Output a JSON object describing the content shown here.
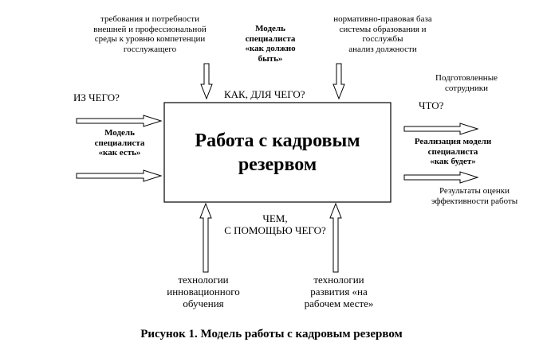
{
  "diagram": {
    "title": "Работа с кадровым резервом",
    "caption": "Рисунок 1. Модель работы с кадровым резервом",
    "top": {
      "left_text": [
        "требования и потребности",
        "внешней и профессиональной",
        "среды к уровню компетенции",
        "госслужащего"
      ],
      "center_text": [
        "Модель",
        "специалиста",
        "«как должно",
        "быть»"
      ],
      "right_text": [
        "нормативно-правовая база",
        "системы образования и",
        "госслужбы",
        "анализ должности"
      ],
      "question": "КАК, ДЛЯ ЧЕГО?"
    },
    "left": {
      "question": "ИЗ ЧЕГО?",
      "text": [
        "Модель",
        "специалиста",
        "«как есть»"
      ]
    },
    "right": {
      "top_text": [
        "Подготовленные",
        "сотрудники"
      ],
      "question": "ЧТО?",
      "middle_text": [
        "Реализация модели",
        "специалиста",
        "«как будет»"
      ],
      "bottom_text": [
        "Результаты оценки",
        "эффективности работы"
      ]
    },
    "bottom": {
      "question": [
        "ЧЕМ,",
        "С ПОМОЩЬЮ ЧЕГО?"
      ],
      "left_text": [
        "технологии",
        "инновационного",
        "обучения"
      ],
      "right_text": [
        "технологии",
        "развития «на",
        "рабочем месте»"
      ]
    }
  }
}
